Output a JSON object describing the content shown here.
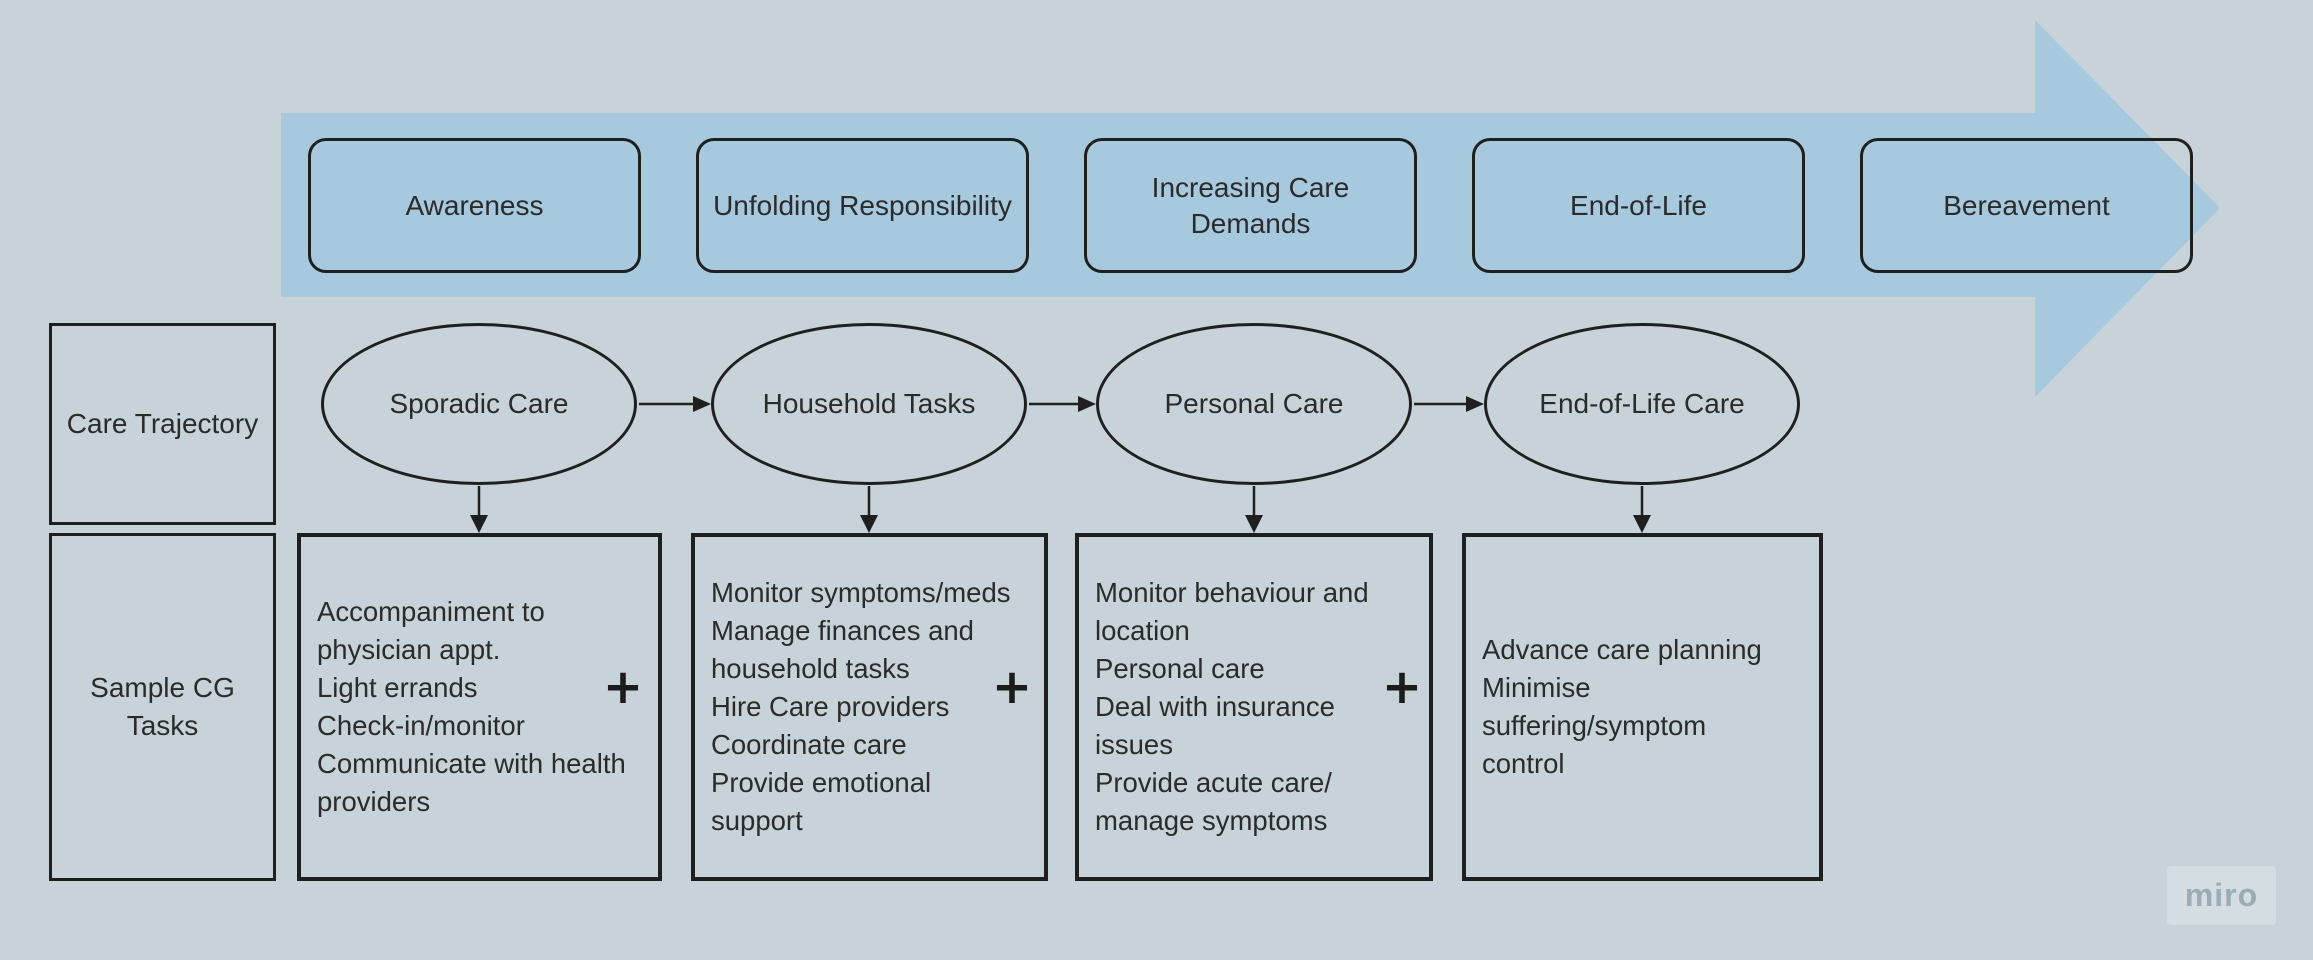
{
  "colors": {
    "background": "#c7d3d8",
    "arrow": "#a6c9de",
    "outline": "#1f1f1f",
    "text": "#2b2b2b",
    "watermark_bg": "#d3dde2",
    "watermark_text": "#9bacb6"
  },
  "timeline": {
    "stages": [
      [
        "Awareness"
      ],
      [
        "Unfolding Responsibility"
      ],
      [
        "Increasing Care",
        "Demands"
      ],
      [
        "End-of-Life"
      ],
      [
        "Bereavement"
      ]
    ]
  },
  "care_trajectory": {
    "label": "Care Trajectory",
    "nodes": [
      "Sporadic Care",
      "Household Tasks",
      "Personal Care",
      "End-of-Life Care"
    ]
  },
  "tasks": {
    "label_lines": [
      "Sample CG",
      "Tasks"
    ],
    "boxes": [
      {
        "lines": [
          "Accompaniment to",
          "physician appt.",
          "Light errands",
          "Check-in/monitor",
          "Communicate with health",
          "providers"
        ],
        "has_plus": true
      },
      {
        "lines": [
          "Monitor symptoms/meds",
          "Manage finances and",
          "household tasks",
          "Hire Care providers",
          "Coordinate care",
          "Provide emotional",
          "support"
        ],
        "has_plus": true
      },
      {
        "lines": [
          "Monitor behaviour and",
          "location",
          "Personal care",
          "Deal with insurance",
          "issues",
          "Provide acute care/",
          "manage symptoms"
        ],
        "has_plus": true
      },
      {
        "lines": [
          "Advance care planning",
          "Minimise",
          "suffering/symptom",
          "control"
        ],
        "has_plus": false
      }
    ]
  },
  "plus_symbol": "+",
  "watermark": {
    "label": "miro"
  }
}
